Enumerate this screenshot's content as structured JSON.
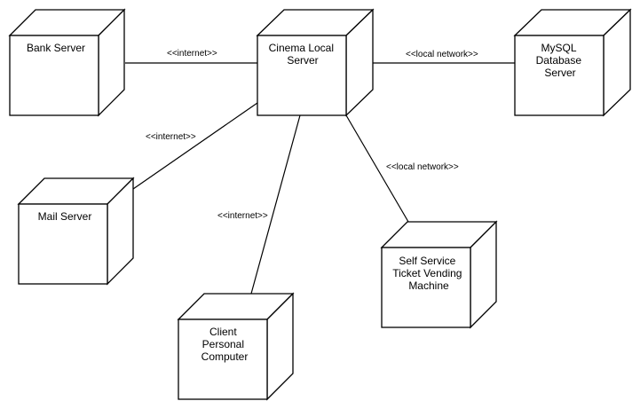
{
  "diagram": {
    "nodes": [
      {
        "id": "bank",
        "lines": [
          "Bank Server"
        ]
      },
      {
        "id": "cinema",
        "lines": [
          "Cinema Local",
          "Server"
        ]
      },
      {
        "id": "mysql",
        "lines": [
          "MySQL",
          "Database",
          "Server"
        ]
      },
      {
        "id": "mail",
        "lines": [
          "Mail Server"
        ]
      },
      {
        "id": "vending",
        "lines": [
          "Self Service",
          "Ticket Vending",
          "Machine"
        ]
      },
      {
        "id": "client",
        "lines": [
          "Client",
          "Personal",
          "Computer"
        ]
      }
    ],
    "connections": [
      {
        "from": "bank",
        "to": "cinema",
        "label": "<<internet>>"
      },
      {
        "from": "cinema",
        "to": "mysql",
        "label": "<<local network>>"
      },
      {
        "from": "cinema",
        "to": "mail",
        "label": "<<internet>>"
      },
      {
        "from": "cinema",
        "to": "client",
        "label": "<<internet>>"
      },
      {
        "from": "cinema",
        "to": "vending",
        "label": "<<local network>>"
      }
    ]
  }
}
